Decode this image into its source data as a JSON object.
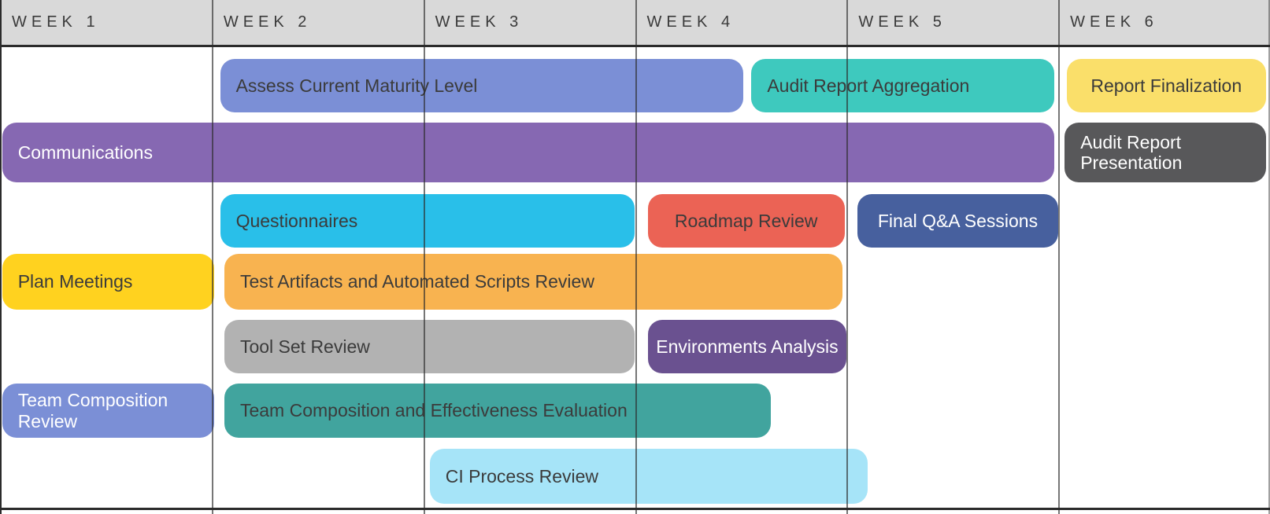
{
  "weeks": [
    "WEEK 1",
    "WEEK 2",
    "WEEK 3",
    "WEEK 4",
    "WEEK 5",
    "WEEK 6"
  ],
  "colors": {
    "background": "#ffffff",
    "header_bg": "#d9d9d9",
    "header_text": "#3a3a3a",
    "grid_line": "#3f3f3f",
    "border": "#2b2b2b",
    "dark_text": "#3b3b3b",
    "light_text": "#ffffff"
  },
  "chart_data": {
    "type": "bar",
    "subtype": "gantt-timeline",
    "title": "",
    "x_axis": {
      "labels": [
        "WEEK 1",
        "WEEK 2",
        "WEEK 3",
        "WEEK 4",
        "WEEK 5",
        "WEEK 6"
      ],
      "range_weeks": [
        0,
        6
      ],
      "grid": true
    },
    "row_count": 7,
    "tasks": [
      {
        "label": "Assess Current Maturity Level",
        "row": 1,
        "start_week": 1.04,
        "end_week": 3.51,
        "color": "#7b8fd6",
        "text_color": "#3b3b3b",
        "align": "left",
        "wrap": false
      },
      {
        "label": "Audit Report Aggregation",
        "row": 1,
        "start_week": 3.55,
        "end_week": 4.98,
        "color": "#3ec9be",
        "text_color": "#3b3b3b",
        "align": "left",
        "wrap": false
      },
      {
        "label": "Report Finalization",
        "row": 1,
        "start_week": 5.04,
        "end_week": 5.98,
        "color": "#fadf6a",
        "text_color": "#3b3b3b",
        "align": "center",
        "wrap": false
      },
      {
        "label": "Communications",
        "row": 2,
        "start_week": 0.01,
        "end_week": 4.98,
        "color": "#8668b2",
        "text_color": "#ffffff",
        "align": "left",
        "wrap": false
      },
      {
        "label": "Audit Report Presentation",
        "row": 2,
        "start_week": 5.03,
        "end_week": 5.98,
        "color": "#58585a",
        "text_color": "#ffffff",
        "align": "left",
        "wrap": true
      },
      {
        "label": "Questionnaires",
        "row": 3,
        "start_week": 1.04,
        "end_week": 3.0,
        "color": "#29bfe9",
        "text_color": "#3b3b3b",
        "align": "left",
        "wrap": false
      },
      {
        "label": "Roadmap Review",
        "row": 3,
        "start_week": 3.06,
        "end_week": 3.99,
        "color": "#eb6355",
        "text_color": "#3b3b3b",
        "align": "center",
        "wrap": false
      },
      {
        "label": "Final Q&A Sessions",
        "row": 3,
        "start_week": 4.05,
        "end_week": 5.0,
        "color": "#47609e",
        "text_color": "#ffffff",
        "align": "center",
        "wrap": false
      },
      {
        "label": "Plan Meetings",
        "row": 4,
        "start_week": 0.01,
        "end_week": 1.01,
        "color": "#ffd21f",
        "text_color": "#3b3b3b",
        "align": "left",
        "wrap": false
      },
      {
        "label": "Test Artifacts and Automated Scripts Review",
        "row": 4,
        "start_week": 1.06,
        "end_week": 3.98,
        "color": "#f8b350",
        "text_color": "#3b3b3b",
        "align": "left",
        "wrap": false
      },
      {
        "label": "Tool Set Review",
        "row": 5,
        "start_week": 1.06,
        "end_week": 3.0,
        "color": "#b2b2b2",
        "text_color": "#3b3b3b",
        "align": "left",
        "wrap": false
      },
      {
        "label": "Environments Analysis",
        "row": 5,
        "start_week": 3.06,
        "end_week": 4.0,
        "color": "#6a5190",
        "text_color": "#ffffff",
        "align": "center",
        "wrap": false
      },
      {
        "label": "Team Composition Review",
        "row": 6,
        "start_week": 0.01,
        "end_week": 1.01,
        "color": "#7b8fd6",
        "text_color": "#ffffff",
        "align": "left",
        "wrap": true
      },
      {
        "label": "Team Composition and Effectiveness Evaluation",
        "row": 6,
        "start_week": 1.06,
        "end_week": 3.64,
        "color": "#41a49e",
        "text_color": "#3b3b3b",
        "align": "left",
        "wrap": false
      },
      {
        "label": "CI Process Review",
        "row": 7,
        "start_week": 2.03,
        "end_week": 4.1,
        "color": "#a6e4f8",
        "text_color": "#3b3b3b",
        "align": "left",
        "wrap": false
      }
    ]
  }
}
